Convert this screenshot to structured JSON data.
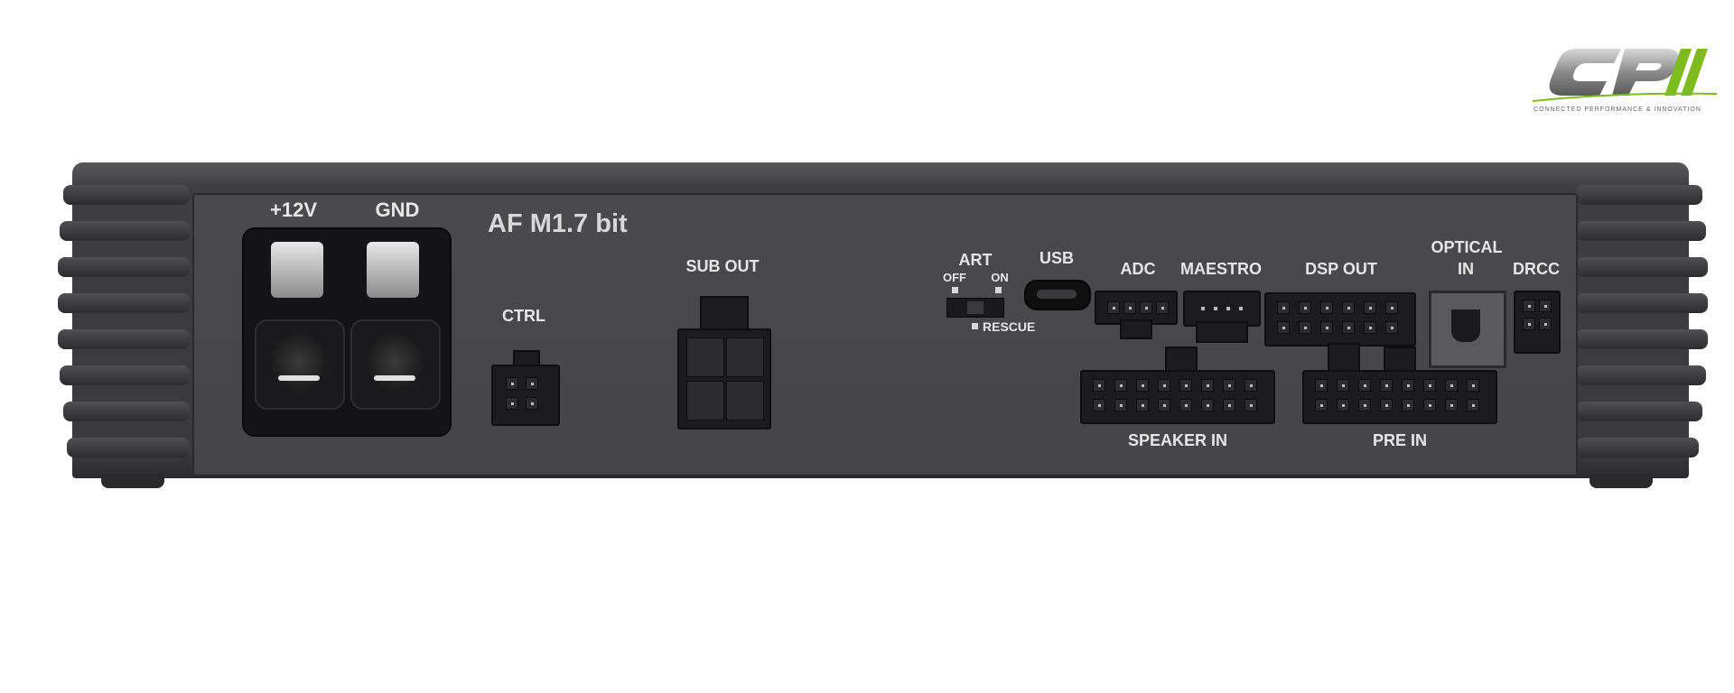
{
  "logo": {
    "text": "CPII",
    "tagline": "CONNECTED PERFORMANCE & INNOVATION",
    "colors": {
      "metal": "#9a9a9a",
      "accent": "#7dbb1f"
    }
  },
  "device": {
    "model": "AF M1.7 bit",
    "color": "#3c3c3e",
    "labels": {
      "plus12v": "+12V",
      "gnd": "GND",
      "ctrl": "CTRL",
      "sub_out": "SUB OUT",
      "art": "ART",
      "off": "OFF",
      "on": "ON",
      "rescue": "RESCUE",
      "usb": "USB",
      "adc": "ADC",
      "maestro": "MAESTRO",
      "dsp_out": "DSP OUT",
      "optical": "OPTICAL",
      "in": "IN",
      "drcc": "DRCC",
      "speaker_in": "SPEAKER IN",
      "pre_in": "PRE IN"
    }
  }
}
